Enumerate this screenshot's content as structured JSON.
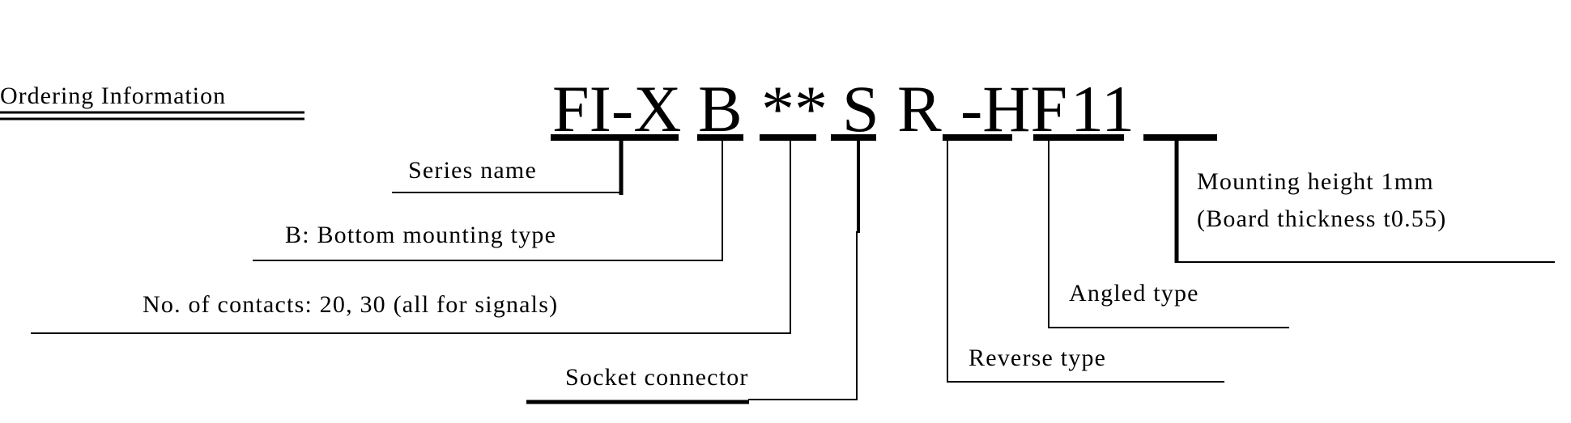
{
  "heading": "Ordering Information",
  "part_number": {
    "series": "FI-X",
    "mount": "B",
    "contacts": "**",
    "socket": "S",
    "reverse": "R",
    "angled": "-HF",
    "height": "11"
  },
  "labels": {
    "series_name": "Series name",
    "bottom_mounting": "B: Bottom mounting type",
    "contacts": "No. of contacts: 20, 30 (all for signals)",
    "socket": "Socket connector",
    "reverse": "Reverse type",
    "angled": "Angled type",
    "height_line1": "Mounting height 1mm",
    "height_line2": "(Board thickness t0.55)"
  }
}
